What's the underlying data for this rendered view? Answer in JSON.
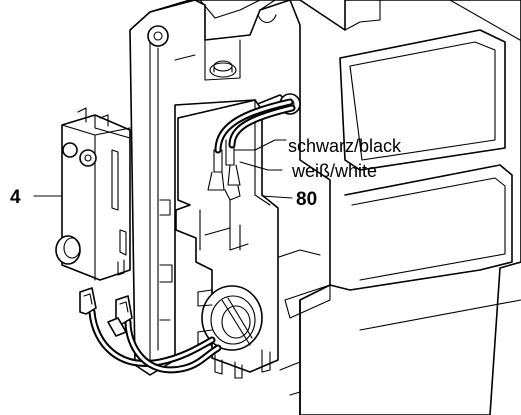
{
  "labels": {
    "part_4": "4",
    "part_80": "80",
    "wire_black": "schwarz/black",
    "wire_white": "weiß/white"
  }
}
